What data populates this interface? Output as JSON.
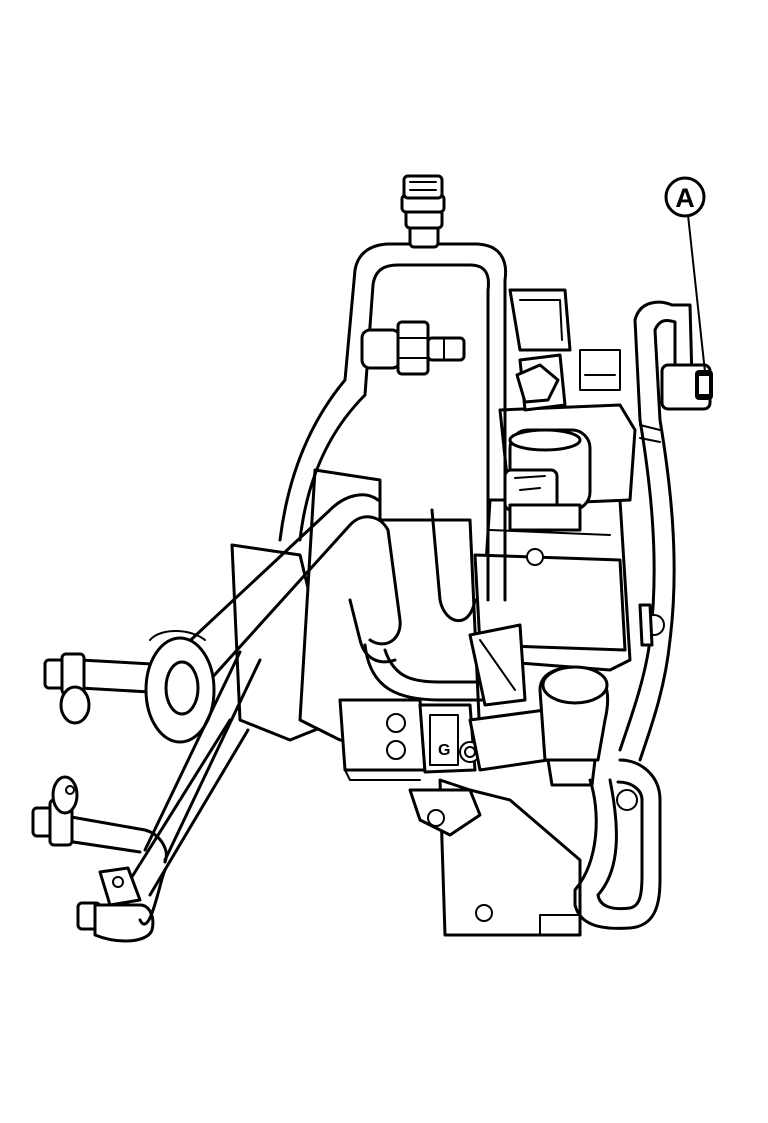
{
  "callouts": [
    {
      "id": "A",
      "label": "A"
    }
  ],
  "components": [
    {
      "name": "connector-g",
      "marking": "G"
    }
  ],
  "colors": {
    "line": "#000000",
    "background": "#ffffff"
  }
}
